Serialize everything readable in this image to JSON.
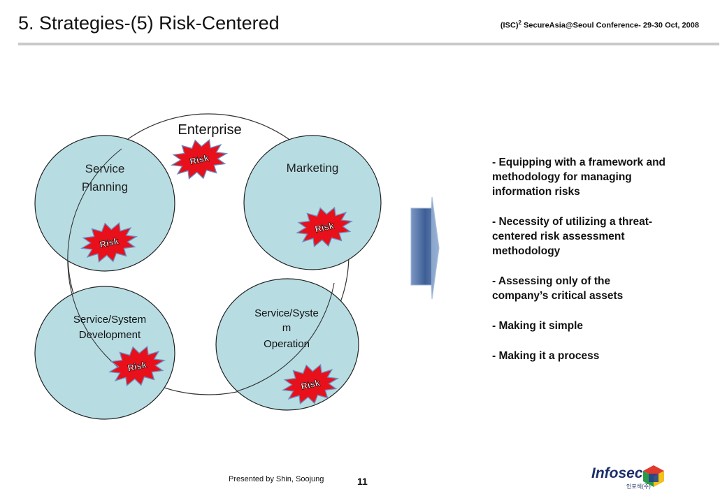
{
  "header": {
    "title": "5. Strategies-(5) Risk-Centered",
    "conference_prefix": "(ISC)",
    "conference_sup": "2",
    "conference_rest": " SecureAsia@Seoul Conference- 29-30 Oct, 2008"
  },
  "diagram": {
    "enterprise_label": "Enterprise",
    "circles": {
      "service_planning": [
        "Service",
        "Planning"
      ],
      "marketing": [
        "Marketing"
      ],
      "development": [
        "Service/System",
        "Development"
      ],
      "operation": [
        "Service/Syste",
        "m",
        "Operation"
      ]
    },
    "risk_label": "Risk"
  },
  "bullets": [
    " - Equipping with a framework and methodology for managing information risks",
    "- Necessity of utilizing a threat-centered risk assessment methodology",
    "- Assessing only of the company’s critical assets",
    "- Making it simple",
    "- Making it a process"
  ],
  "footer": {
    "presenter": "Presented by Shin, Soojung",
    "page_number": "11",
    "logo_text": "Infosec",
    "logo_sub": "인포섹(주)"
  },
  "colors": {
    "circle_fill": "#b7dde3",
    "risk_star": "#e8101a",
    "arrow_blue": "#4f71a8"
  }
}
